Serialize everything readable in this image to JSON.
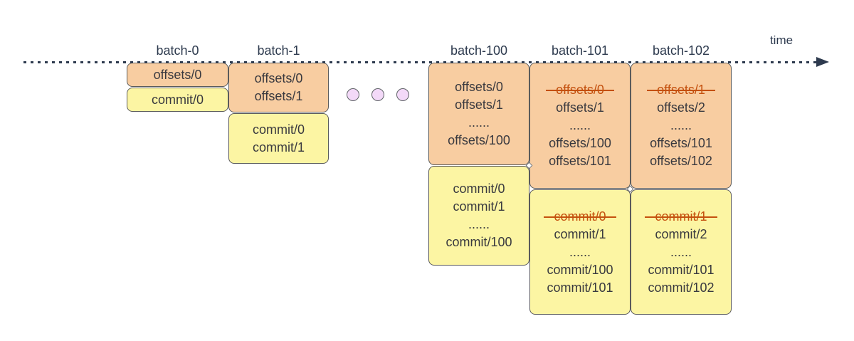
{
  "timeline": {
    "label": "time"
  },
  "colors": {
    "offsets_box_fill": "#f8cda1",
    "commit_box_fill": "#fcf5a3",
    "box_border": "#5b5b5b",
    "box_text": "#39393f",
    "label_text": "#2d3a4e",
    "timeline_line": "#2d3a4e",
    "strikethrough_text": "#c4500e",
    "ellipsis_circle_fill": "#f3d9f8",
    "ellipsis_circle_border": "#606468"
  },
  "ellipsis": {
    "circle_count": 3
  },
  "batches": [
    {
      "label": "batch-0",
      "offsets": {
        "lines": [
          {
            "text": "offsets/0",
            "struck": false
          }
        ]
      },
      "commits": {
        "lines": [
          {
            "text": "commit/0",
            "struck": false
          }
        ]
      }
    },
    {
      "label": "batch-1",
      "offsets": {
        "lines": [
          {
            "text": "offsets/0",
            "struck": false
          },
          {
            "text": "offsets/1",
            "struck": false
          }
        ]
      },
      "commits": {
        "lines": [
          {
            "text": "commit/0",
            "struck": false
          },
          {
            "text": "commit/1",
            "struck": false
          }
        ]
      }
    },
    {
      "label": "batch-100",
      "offsets": {
        "lines": [
          {
            "text": "offsets/0",
            "struck": false
          },
          {
            "text": "offsets/1",
            "struck": false
          },
          {
            "text": "......",
            "struck": false
          },
          {
            "text": "offsets/100",
            "struck": false
          }
        ]
      },
      "commits": {
        "lines": [
          {
            "text": "commit/0",
            "struck": false
          },
          {
            "text": "commit/1",
            "struck": false
          },
          {
            "text": "......",
            "struck": false
          },
          {
            "text": "commit/100",
            "struck": false
          }
        ]
      }
    },
    {
      "label": "batch-101",
      "offsets": {
        "lines": [
          {
            "text": "offsets/0",
            "struck": true
          },
          {
            "text": "offsets/1",
            "struck": false
          },
          {
            "text": "......",
            "struck": false
          },
          {
            "text": "offsets/100",
            "struck": false
          },
          {
            "text": "offsets/101",
            "struck": false
          }
        ]
      },
      "commits": {
        "lines": [
          {
            "text": "commit/0",
            "struck": true
          },
          {
            "text": "commit/1",
            "struck": false
          },
          {
            "text": "......",
            "struck": false
          },
          {
            "text": "commit/100",
            "struck": false
          },
          {
            "text": "commit/101",
            "struck": false
          }
        ]
      }
    },
    {
      "label": "batch-102",
      "offsets": {
        "lines": [
          {
            "text": "offsets/1",
            "struck": true
          },
          {
            "text": "offsets/2",
            "struck": false
          },
          {
            "text": "......",
            "struck": false
          },
          {
            "text": "offsets/101",
            "struck": false
          },
          {
            "text": "offsets/102",
            "struck": false
          }
        ]
      },
      "commits": {
        "lines": [
          {
            "text": "commit/1",
            "struck": true
          },
          {
            "text": "commit/2",
            "struck": false
          },
          {
            "text": "......",
            "struck": false
          },
          {
            "text": "commit/101",
            "struck": false
          },
          {
            "text": "commit/102",
            "struck": false
          }
        ]
      }
    }
  ]
}
